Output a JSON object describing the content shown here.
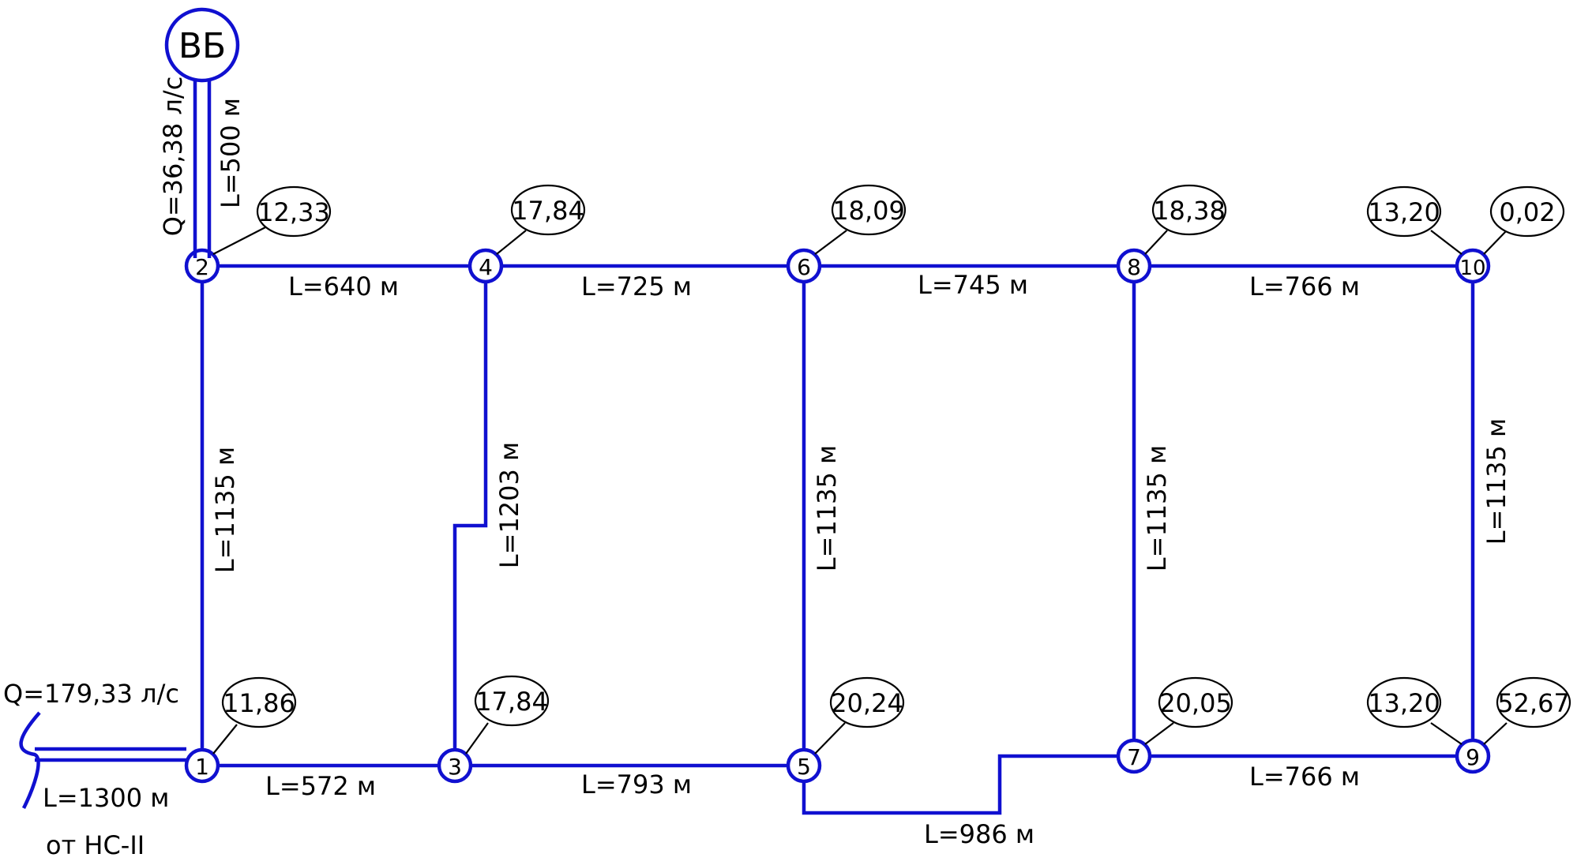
{
  "source": {
    "label": "ВБ",
    "flow": "Q=36,38 л/с",
    "length": "L=500 м"
  },
  "inlet": {
    "flow": "Q=179,33 л/с",
    "length": "L=1300 м",
    "origin": "от НС-II"
  },
  "nodes": [
    {
      "id": "1",
      "demands": [
        "11,86"
      ]
    },
    {
      "id": "2",
      "demands": [
        "12,33"
      ]
    },
    {
      "id": "3",
      "demands": [
        "17,84"
      ]
    },
    {
      "id": "4",
      "demands": [
        "17,84"
      ]
    },
    {
      "id": "5",
      "demands": [
        "20,24"
      ]
    },
    {
      "id": "6",
      "demands": [
        "18,09"
      ]
    },
    {
      "id": "7",
      "demands": [
        "20,05"
      ]
    },
    {
      "id": "8",
      "demands": [
        "18,38"
      ]
    },
    {
      "id": "9",
      "demands": [
        "13,20",
        "52,67"
      ]
    },
    {
      "id": "10",
      "demands": [
        "13,20",
        "0,02"
      ]
    }
  ],
  "pipes": [
    {
      "from": "2",
      "to": "4",
      "length": "L=640 м"
    },
    {
      "from": "4",
      "to": "6",
      "length": "L=725 м"
    },
    {
      "from": "6",
      "to": "8",
      "length": "L=745 м"
    },
    {
      "from": "8",
      "to": "10",
      "length": "L=766 м"
    },
    {
      "from": "1",
      "to": "2",
      "length": "L=1135 м"
    },
    {
      "from": "3",
      "to": "4",
      "length": "L=1203 м"
    },
    {
      "from": "5",
      "to": "6",
      "length": "L=1135 м"
    },
    {
      "from": "7",
      "to": "8",
      "length": "L=1135 м"
    },
    {
      "from": "9",
      "to": "10",
      "length": "L=1135 м"
    },
    {
      "from": "1",
      "to": "3",
      "length": "L=572 м"
    },
    {
      "from": "3",
      "to": "5",
      "length": "L=793 м"
    },
    {
      "from": "5",
      "to": "7",
      "length": "L=986 м"
    },
    {
      "from": "7",
      "to": "9",
      "length": "L=766 м"
    }
  ],
  "colors": {
    "pipe": "#1010d0",
    "text": "#000000"
  }
}
